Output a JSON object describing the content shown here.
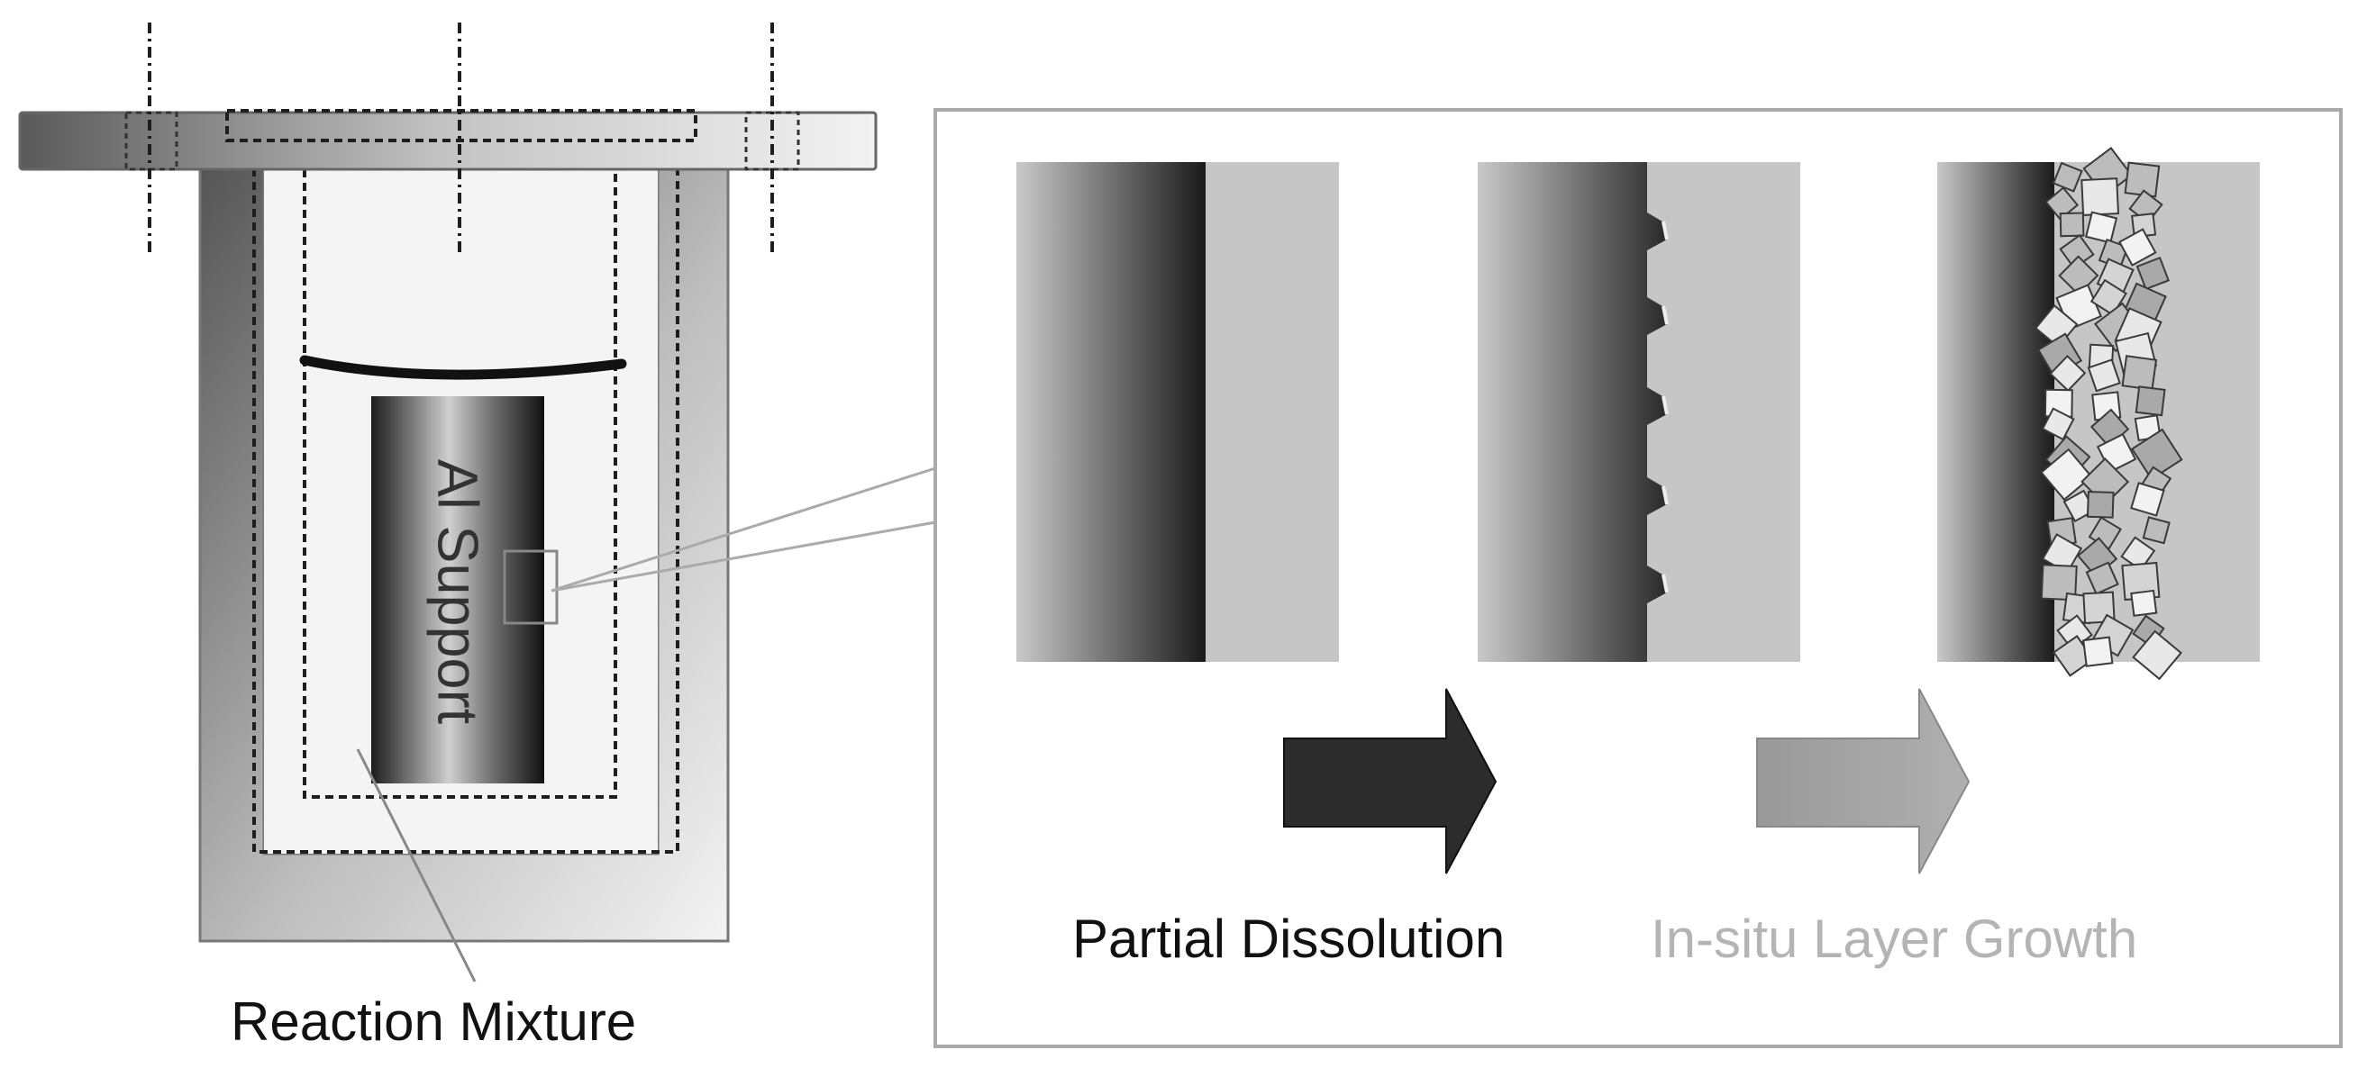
{
  "labels": {
    "support": "Al Support",
    "reaction_mixture": "Reaction Mixture",
    "partial_dissolution": "Partial Dissolution",
    "layer_growth": "In-situ Layer Growth"
  },
  "colors": {
    "dark": "#1e1e1e",
    "mid_gray": "#9a9a9a",
    "light_gray": "#c8c8c8",
    "growth_text": "#b4b4b4",
    "background": "#ffffff"
  },
  "stages": [
    "bare-support",
    "partially-dissolved-support",
    "support-with-grown-layer"
  ]
}
